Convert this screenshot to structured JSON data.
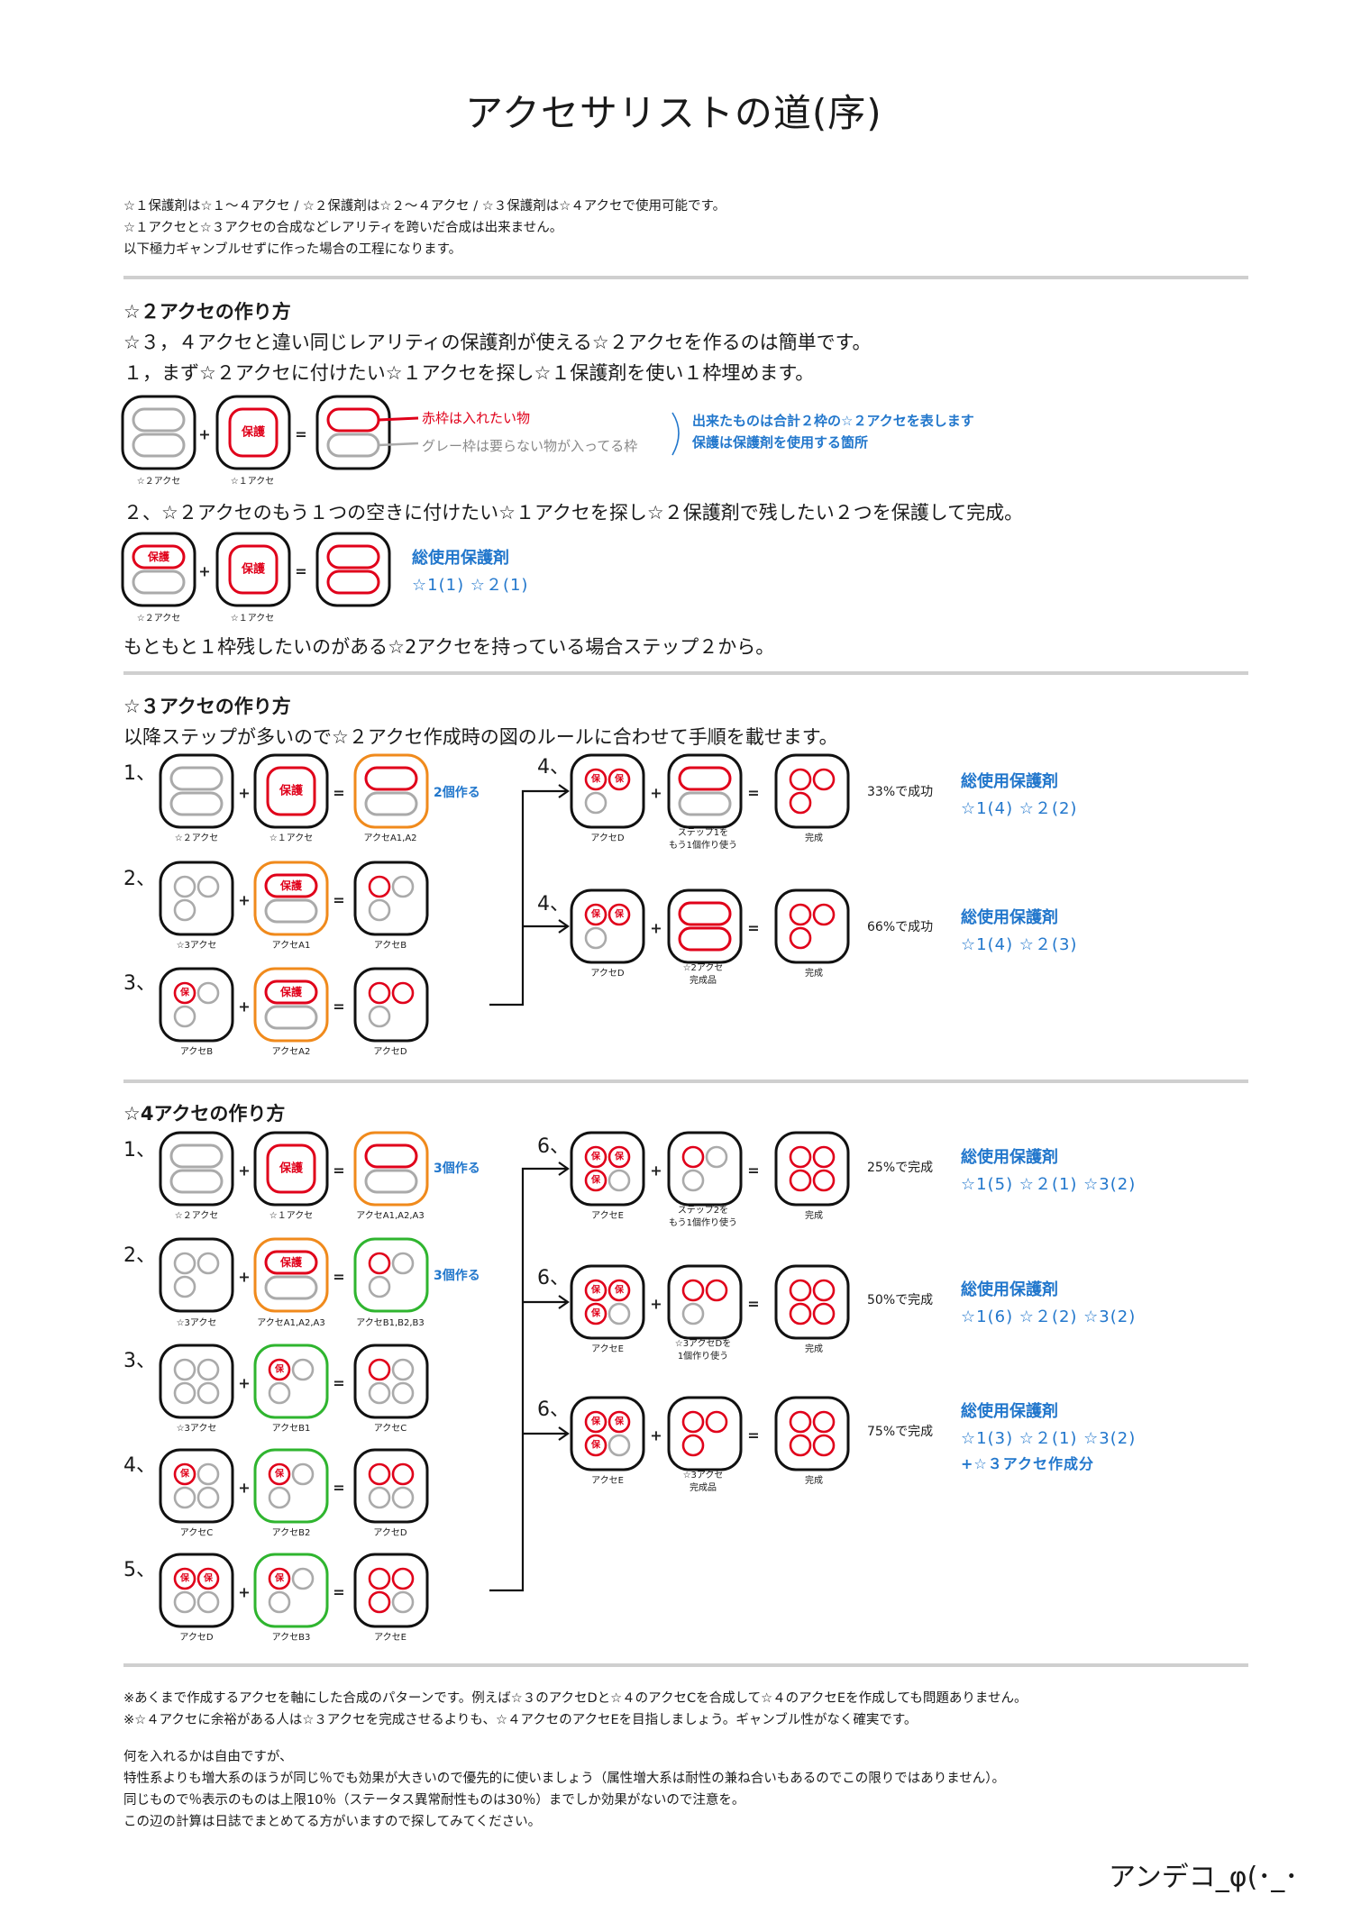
{
  "title": "アクセサリストの道(序)",
  "intro": [
    "☆１保護剤は☆１～４アクセ / ☆２保護剤は☆２～４アクセ / ☆３保護剤は☆４アクセで使用可能です。",
    "☆１アクセと☆３アクセの合成などレアリティを跨いだ合成は出来ません。",
    "以下極力ギャンブルせずに作った場合の工程になります。"
  ],
  "labels": {
    "protect": "保護",
    "protect_short": "保",
    "plus": "+",
    "equals": "="
  },
  "s2": {
    "heading": "☆２アクセの作り方",
    "line1": "☆３，４アクセと違い同じレアリティの保護剤が使える☆２アクセを作るのは簡単です。",
    "line2": "１，まず☆２アクセに付けたい☆１アクセを探し☆１保護剤を使い１枠埋めます。",
    "red_label": "赤枠は入れたい物",
    "gray_label": "グレー枠は要らない物が入ってる枠",
    "note_a": "出来たものは合計２枠の☆２アクセを表します",
    "note_b": "保護は保護剤を使用する箇所",
    "line3": "２、☆２アクセのもう１つの空きに付けたい☆１アクセを探し☆２保護剤で残したい２つを保護して完成。",
    "sum_label": "総使用保護剤",
    "sum_value": "☆1(1) ☆２(1)",
    "footer": "もともと１枠残したいのがある☆2アクセを持っている場合ステップ２から。",
    "caps": {
      "a": "☆２アクセ",
      "b": "☆１アクセ"
    }
  },
  "s3": {
    "heading": "☆３アクセの作り方",
    "intro": "以降ステップが多いので☆２アクセ作成時の図のルールに合わせて手順を載せます。",
    "steps": [
      "1、",
      "2、",
      "3、",
      "4、",
      "4、"
    ],
    "make2": "2個作る",
    "caps": {
      "r1a": "☆２アクセ",
      "r1b": "☆１アクセ",
      "r1c": "アクセA1,A2",
      "r2a": "☆3アクセ",
      "r2b": "アクセA1",
      "r2c": "アクセB",
      "r3a": "アクセB",
      "r3b": "アクセA2",
      "r3c": "アクセD",
      "o1a": "アクセD",
      "o1b1": "ステップ1を",
      "o1b2": "もう1個作り使う",
      "o1c": "完成",
      "o2a": "アクセD",
      "o2b1": "☆2アクセ",
      "o2b2": "完成品",
      "o2c": "完成"
    },
    "rate1": "33%で成功",
    "rate2": "66%で成功",
    "sum_label": "総使用保護剤",
    "sum1": "☆1(4) ☆２(2)",
    "sum2": "☆1(4) ☆２(3)"
  },
  "s4": {
    "heading": "☆4アクセの作り方",
    "steps": [
      "1、",
      "2、",
      "3、",
      "4、",
      "5、",
      "6、",
      "6、",
      "6、"
    ],
    "make3a": "3個作る",
    "make3b": "3個作る",
    "caps": {
      "r1a": "☆２アクセ",
      "r1b": "☆１アクセ",
      "r1c": "アクセA1,A2,A3",
      "r2a": "☆3アクセ",
      "r2b": "アクセA1,A2,A3",
      "r2c": "アクセB1,B2,B3",
      "r3a": "☆3アクセ",
      "r3b": "アクセB1",
      "r3c": "アクセC",
      "r4a": "アクセC",
      "r4b": "アクセB2",
      "r4c": "アクセD",
      "r5a": "アクセD",
      "r5b": "アクセB3",
      "r5c": "アクセE",
      "o1a": "アクセE",
      "o1b1": "ステップ2を",
      "o1b2": "もう1個作り使う",
      "o1c": "完成",
      "o2a": "アクセE",
      "o2b1": "☆3アクセDを",
      "o2b2": "1個作り使う",
      "o2c": "完成",
      "o3a": "アクセE",
      "o3b1": "☆3アクセ",
      "o3b2": "完成品",
      "o3c": "完成"
    },
    "rate1": "25%で完成",
    "rate2": "50%で完成",
    "rate3": "75%で完成",
    "sum_label": "総使用保護剤",
    "sum1": "☆1(5) ☆２(1) ☆3(2)",
    "sum2": "☆1(6) ☆２(2) ☆3(2)",
    "sum3": "☆1(3) ☆２(1) ☆3(2)",
    "sum3b": "+☆３アクセ作成分"
  },
  "notes": [
    "※あくまで作成するアクセを軸にした合成のパターンです。例えば☆３のアクセDと☆４のアクセCを合成して☆４のアクセEを作成しても問題ありません。",
    "※☆４アクセに余裕がある人は☆３アクセを完成させるよりも、☆４アクセのアクセEを目指しましょう。ギャンブル性がなく確実です。"
  ],
  "outro": [
    "何を入れるかは自由ですが、",
    "特性系よりも増大系のほうが同じ％でも効果が大きいので優先的に使いましょう（属性増大系は耐性の兼ね合いもあるのでこの限りではありません）。",
    "同じもので％表示のものは上限10％（ステータス異常耐性ものは30％）までしか効果がないので注意を。",
    "この辺の計算は日誌でまとめてる方がいますので探してみてください。"
  ],
  "signature": "アンデコ_φ(･_･",
  "colors": {
    "red": "#e0001a",
    "gray": "#aaaaaa",
    "black": "#111111",
    "orange": "#f08a1c",
    "green": "#2fb52f",
    "blue": "#2277cc",
    "rule": "#cfcfcf"
  }
}
